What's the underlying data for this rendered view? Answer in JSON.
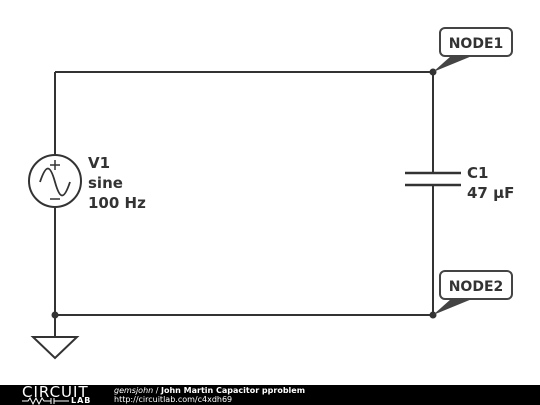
{
  "colors": {
    "wire": "#333333",
    "node_fill": "#444444",
    "footer_bg": "#000000",
    "footer_text": "#ffffff"
  },
  "source": {
    "name": "V1",
    "type": "sine",
    "frequency": "100 Hz"
  },
  "capacitor": {
    "name": "C1",
    "value": "47 µF"
  },
  "nodes": {
    "top": "NODE1",
    "bottom": "NODE2"
  },
  "footer": {
    "logo_top": "CIRCUIT",
    "logo_bottom": "LAB",
    "author": "gemsjohn",
    "separator": " / ",
    "title": "John Martin Capacitor pproblem",
    "url": "http://circuitlab.com/c4xdh69"
  }
}
